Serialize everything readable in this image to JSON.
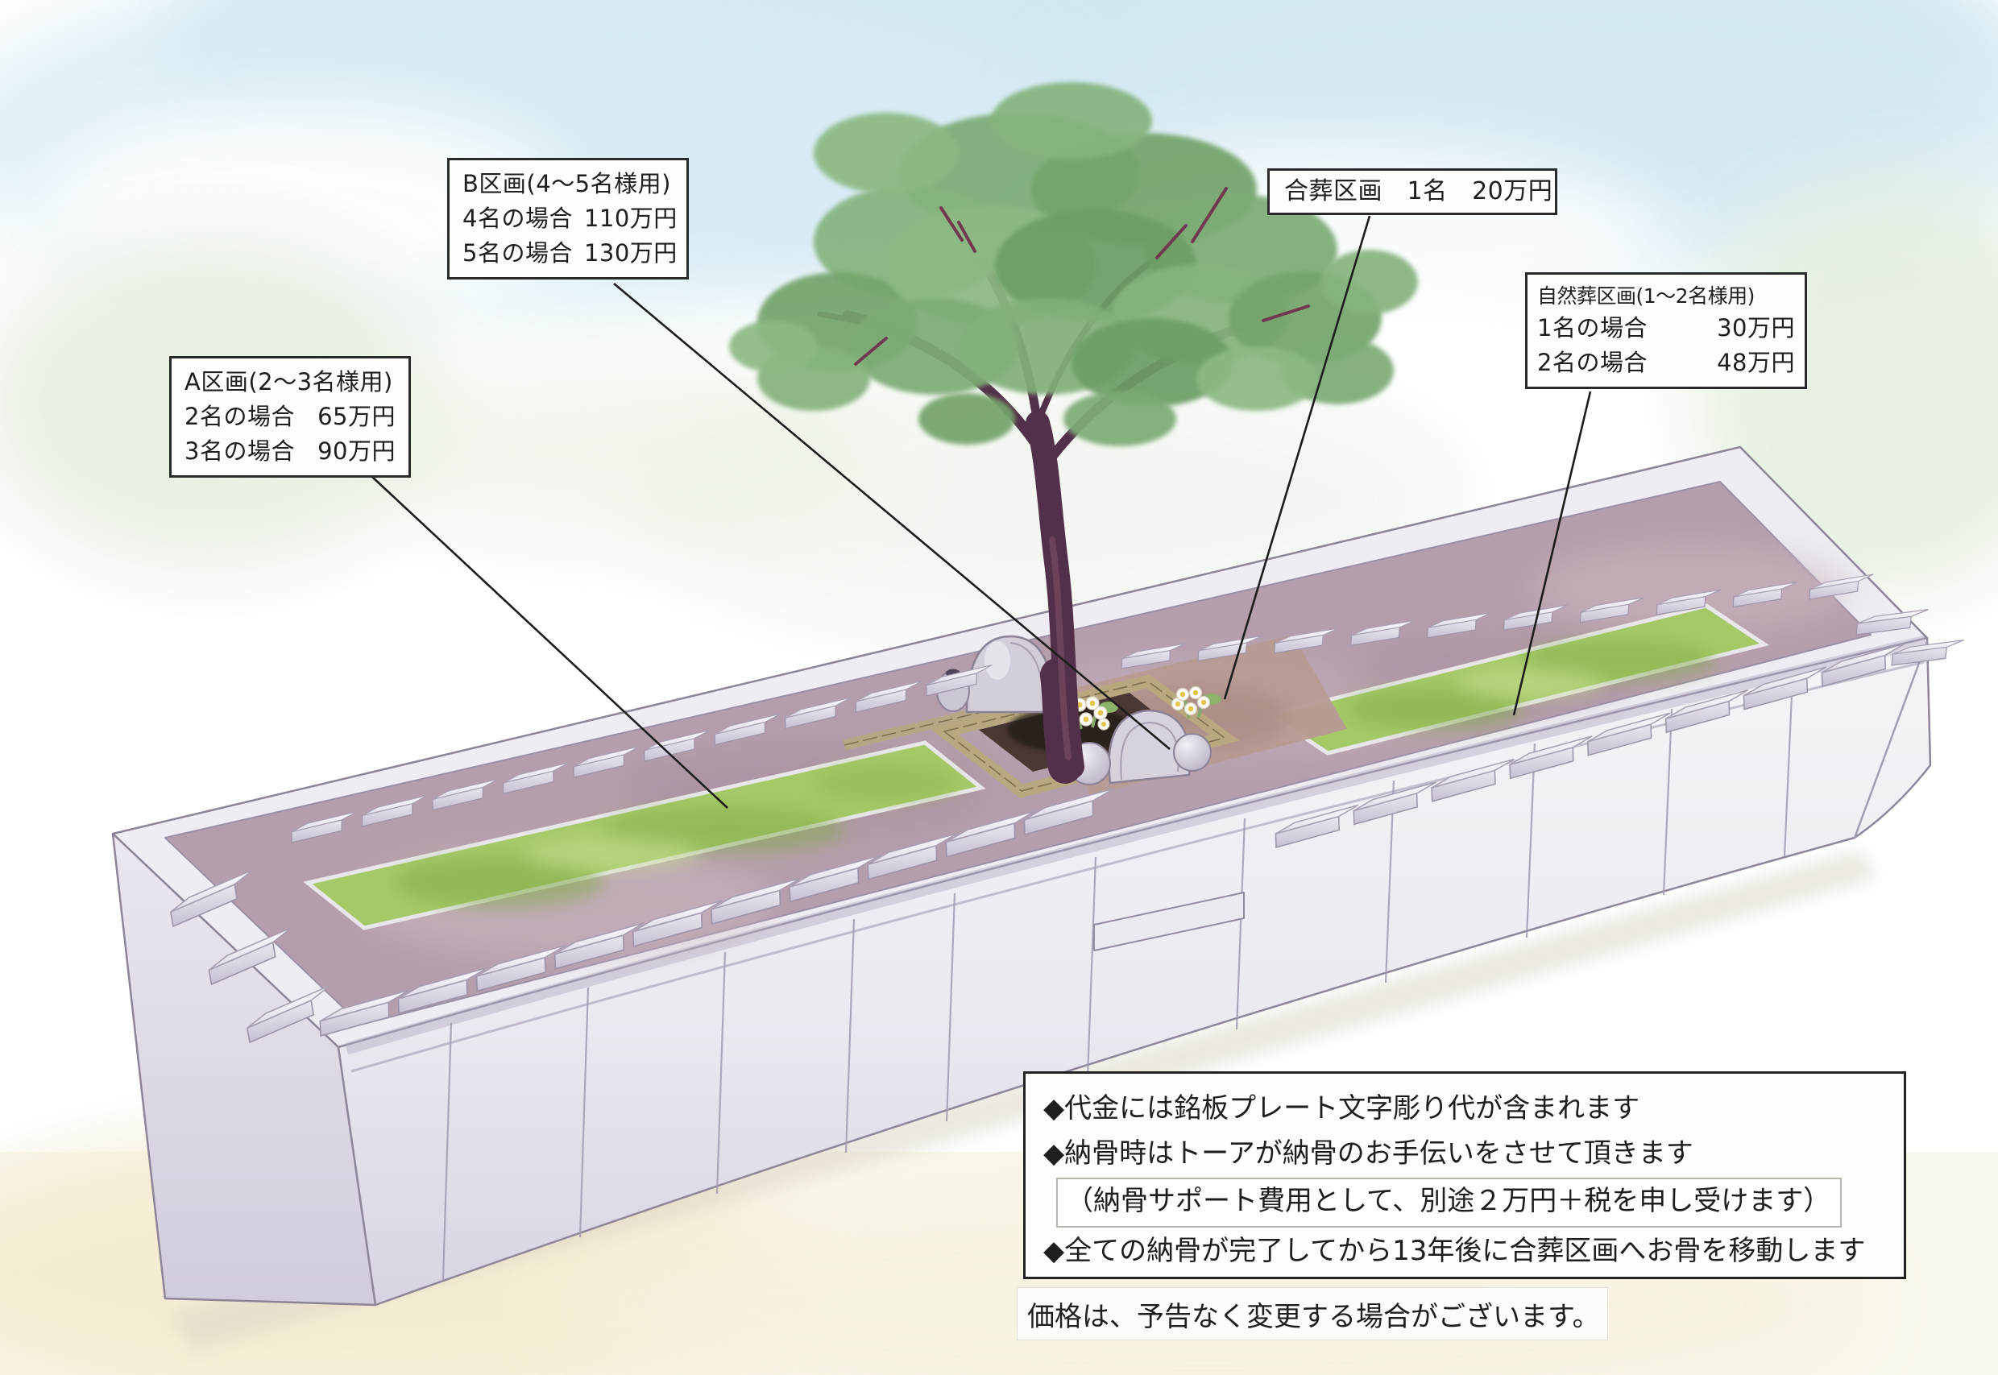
{
  "callouts": {
    "section_b": {
      "title": "B区画(4～5名様用)",
      "rows": [
        {
          "label": "4名の場合",
          "price": "110万円"
        },
        {
          "label": "5名の場合",
          "price": "130万円"
        }
      ]
    },
    "section_a": {
      "title": "A区画(2～3名様用)",
      "rows": [
        {
          "label": "2名の場合",
          "price": "65万円"
        },
        {
          "label": "3名の場合",
          "price": "90万円"
        }
      ]
    },
    "gassou": {
      "text": "合葬区画　1名　20万円"
    },
    "shizensou": {
      "title": "自然葬区画(1～2名様用)",
      "rows": [
        {
          "label": "1名の場合",
          "price": "30万円"
        },
        {
          "label": "2名の場合",
          "price": "48万円"
        }
      ]
    }
  },
  "notes": {
    "lines": [
      "◆代金には銘板プレート文字彫り代が含まれます",
      "◆納骨時はトーアが納骨のお手伝いをさせて頂きます",
      "（納骨サポート費用として、別途２万円＋税を申し受けます）",
      "◆全ての納骨が完了してから13年後に合葬区画へお骨を移動します"
    ]
  },
  "disclaimer": "価格は、予告なく変更する場合がございます。",
  "illustration": {
    "subject": "tree-burial-monument-watercolor",
    "colors": {
      "sky": "#d2e9f2",
      "foliage": "#7dac76",
      "trunk": "#533049",
      "grass": "#a6c968",
      "deck": "#b59eab",
      "stone": "#efedf3",
      "soil": "#b79b93",
      "ground": "#f6f0dc"
    }
  }
}
